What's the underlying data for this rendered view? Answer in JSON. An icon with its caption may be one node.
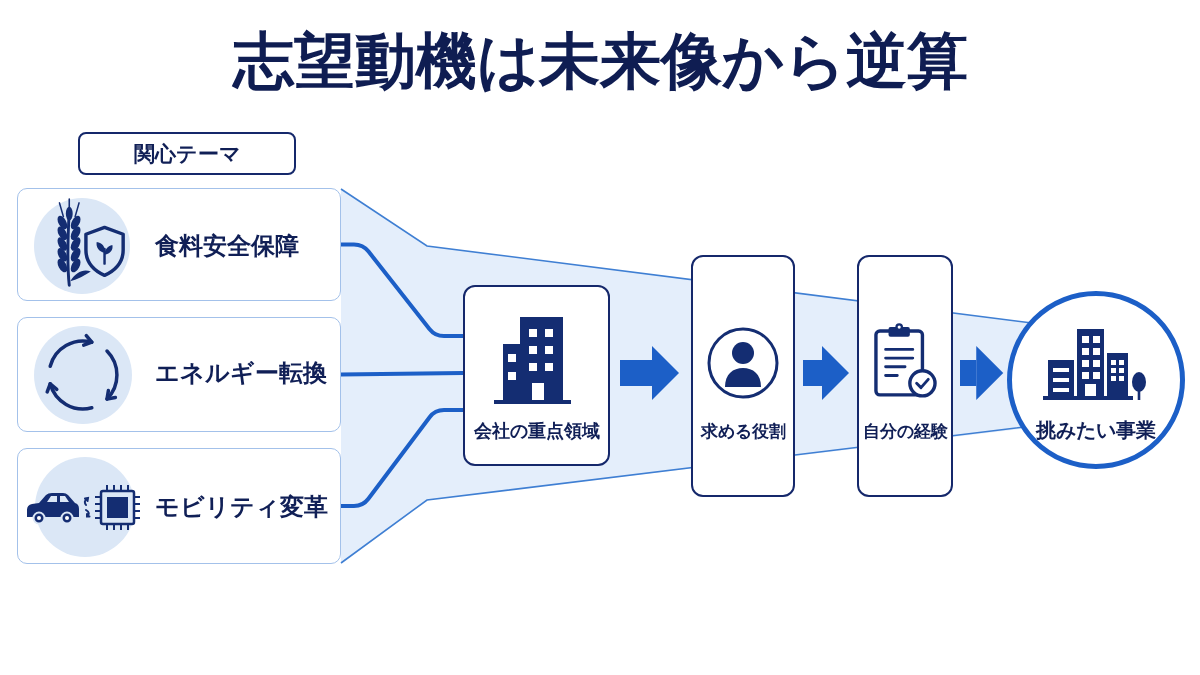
{
  "diagram": {
    "title": "志望動機は未来像から逆算",
    "nodes": [
      {
        "text": [
          "関心テーマ"
        ]
      },
      {
        "text": [
          "食料安全保障"
        ]
      },
      {
        "text": [
          "エネルギー転換"
        ]
      },
      {
        "text": [
          "モビリティ変革"
        ]
      },
      {
        "text": [
          "会社の重点領域"
        ]
      },
      {
        "text": [
          "求める役割"
        ]
      },
      {
        "text": [
          "自分の経験"
        ]
      },
      {
        "text": [
          "挑みたい事業"
        ]
      }
    ],
    "edges": [
      {
        "from": 1,
        "to": 4,
        "arrow": "none"
      },
      {
        "from": 2,
        "to": 4,
        "arrow": "none"
      },
      {
        "from": 3,
        "to": 4,
        "arrow": "none"
      },
      {
        "from": 4,
        "to": 5,
        "arrow": "to",
        "style": "thick"
      },
      {
        "from": 5,
        "to": 6,
        "arrow": "to",
        "style": "thick"
      },
      {
        "from": 6,
        "to": 7,
        "arrow": "to",
        "style": "thick"
      }
    ]
  }
}
